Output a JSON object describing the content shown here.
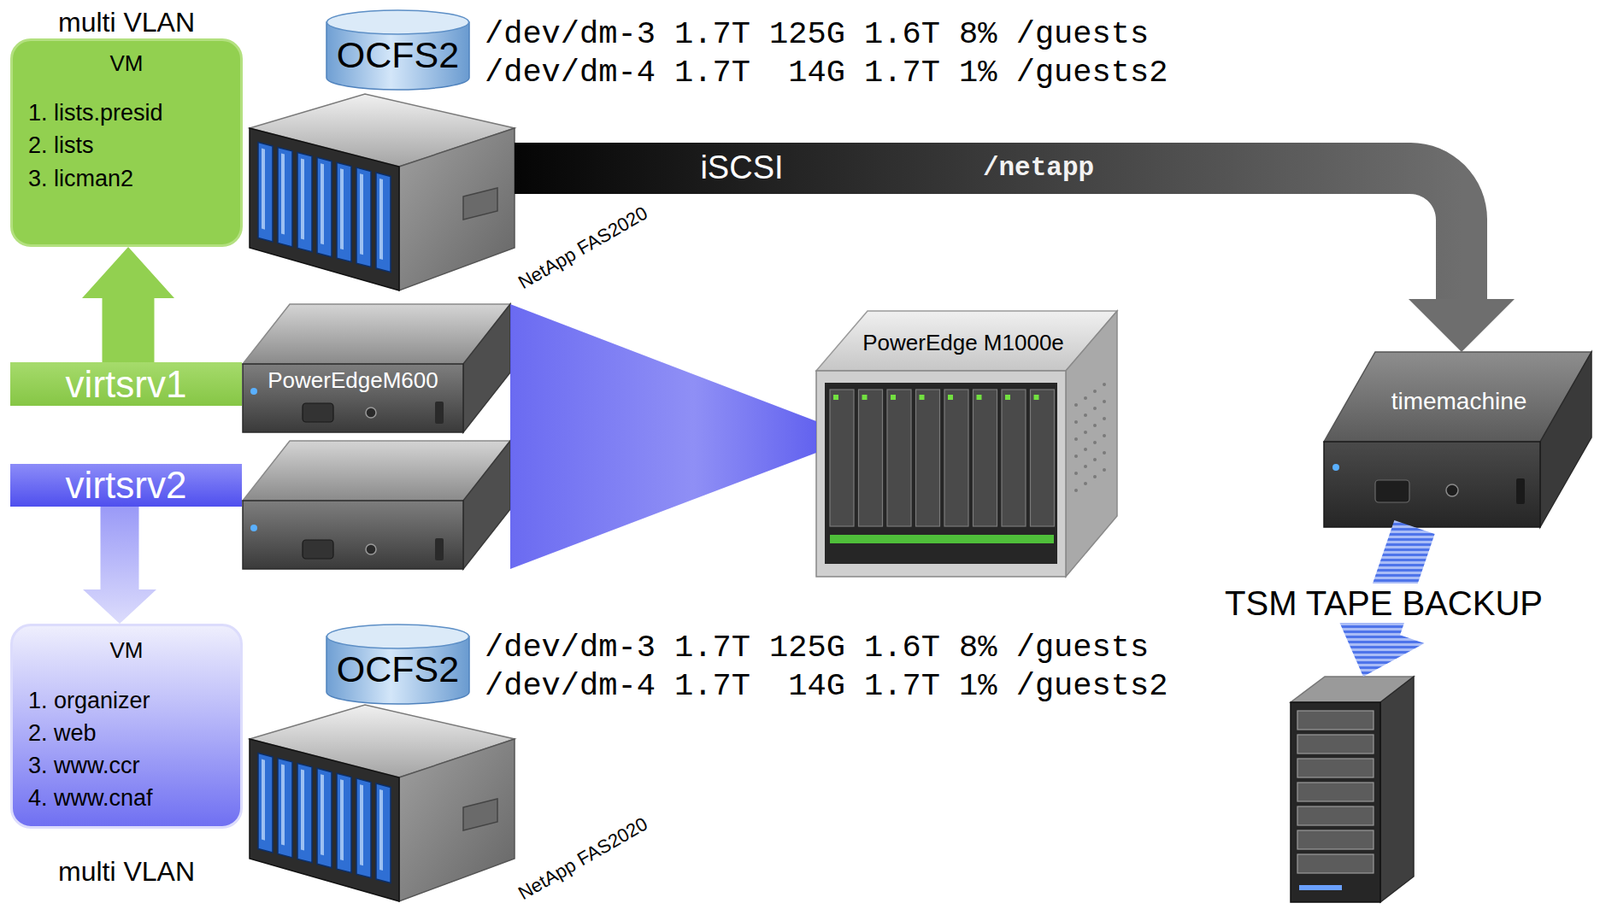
{
  "diagram": {
    "nodes": [
      {
        "text": [
          "multi VLAN",
          "VM",
          "1. lists.presid",
          "2. lists",
          "3. licman2"
        ]
      },
      {
        "text": [
          "OCFS2"
        ]
      },
      {
        "text": [
          "NetApp FAS2020"
        ]
      },
      {
        "text": [
          "virtsrv1"
        ]
      },
      {
        "text": [
          "PowerEdgeM600"
        ]
      },
      {
        "text": [
          "PowerEdge M1000e"
        ]
      },
      {
        "text": [
          "timemachine"
        ]
      },
      {
        "text": [
          "virtsrv2"
        ]
      },
      {
        "text": [
          "VM",
          "1. organizer",
          "2. web",
          "3. www.ccr",
          "4. www.cnaf",
          "multi VLAN"
        ]
      },
      {
        "text": [
          "OCFS2"
        ]
      },
      {
        "text": [
          "NetApp FAS2020"
        ]
      },
      {
        "text": [
          "TSM TAPE BACKUP"
        ]
      }
    ],
    "edges": [
      {
        "from": 3,
        "to": 0,
        "arrow": "to"
      },
      {
        "from": 2,
        "to": 6,
        "label": "iSCSI",
        "arrow": "to"
      },
      {
        "from": 4,
        "to": 5,
        "arrow": "none"
      },
      {
        "from": 7,
        "to": 8,
        "arrow": "to"
      },
      {
        "from": 6,
        "to": 11,
        "arrow": "to"
      }
    ],
    "labels": [
      "/dev/dm-3 1.7T 125G 1.6T 8% /guests",
      "/dev/dm-4 1.7T  14G 1.7T 1% /guests2",
      "/netapp",
      "/dev/dm-3 1.7T 125G 1.6T 8% /guests",
      "/dev/dm-4 1.7T  14G 1.7T 1% /guests2"
    ]
  }
}
